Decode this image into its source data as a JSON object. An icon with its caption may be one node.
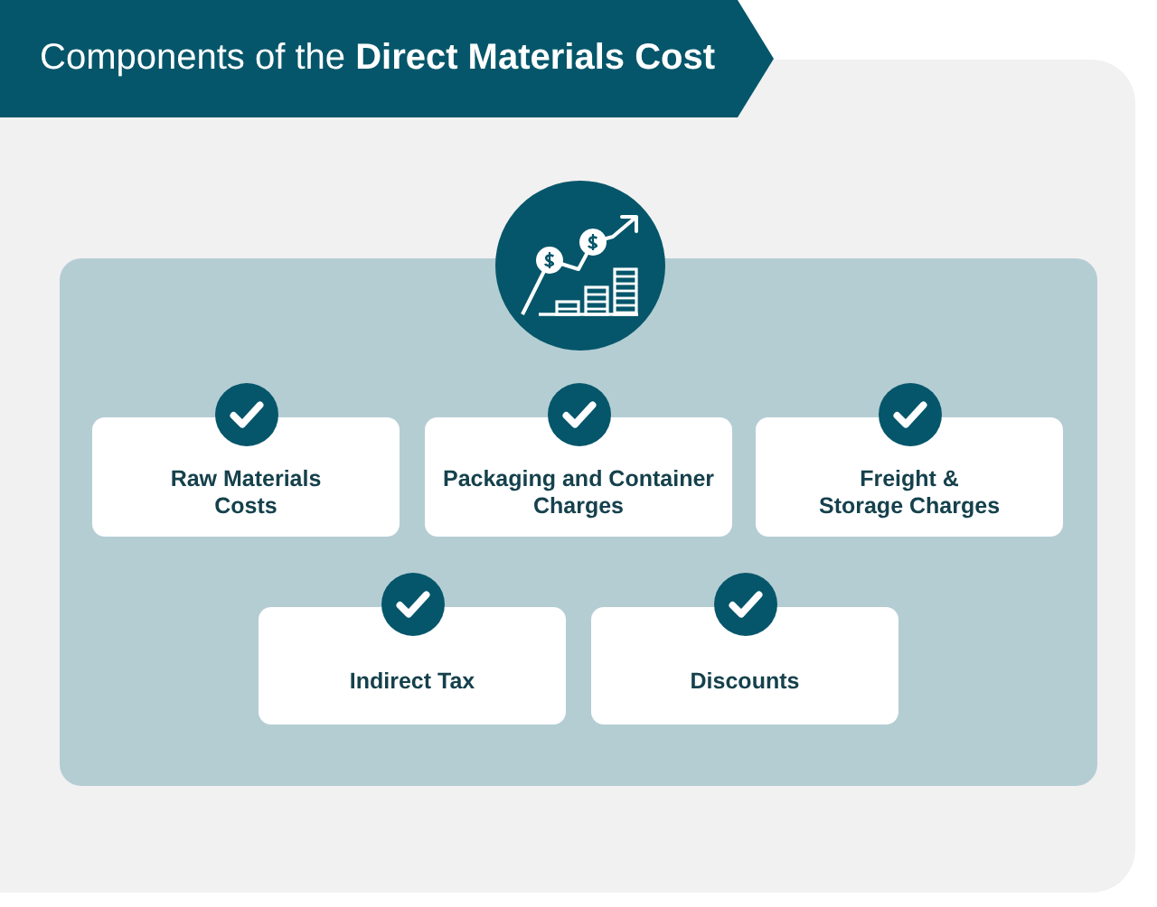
{
  "diagram": {
    "title": "Components of the **Direct Materials Cost**",
    "nodes": [
      {
        "text": [],
        "shape": "box"
      },
      {
        "text": [
          "Raw Materials Costs"
        ],
        "in": 0
      },
      {
        "text": [
          "Packaging and Container Charges"
        ],
        "in": 0
      },
      {
        "text": [
          "Freight & Storage Charges"
        ],
        "in": 0
      },
      {
        "text": [
          "Indirect Tax"
        ],
        "in": 0
      },
      {
        "text": [
          "Discounts"
        ],
        "in": 0
      }
    ]
  }
}
